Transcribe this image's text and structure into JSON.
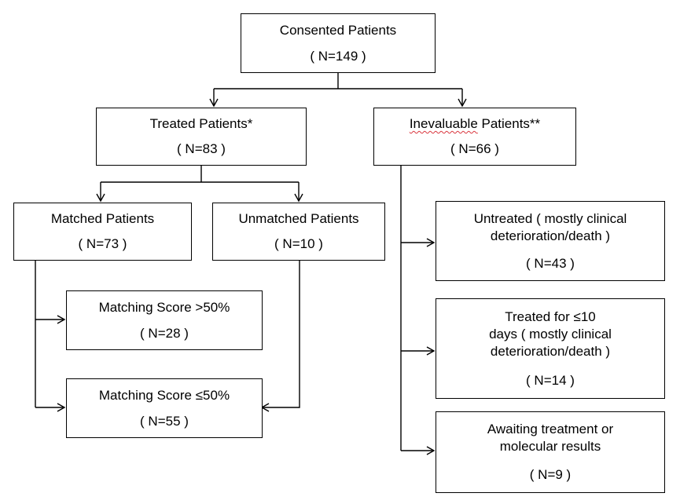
{
  "nodes": {
    "consented": {
      "title": "Consented Patients",
      "count": "( N=149 )"
    },
    "treated": {
      "title": "Treated Patients*",
      "count": "( N=83 )"
    },
    "inevaluable": {
      "title_word": "Inevaluable",
      "title_rest": " Patients**",
      "count": "( N=66 )"
    },
    "matched": {
      "title": "Matched Patients",
      "count": "( N=73 )"
    },
    "unmatched": {
      "title": "Unmatched Patients",
      "count": "( N=10 )"
    },
    "score_high": {
      "title": "Matching Score >50%",
      "count": "( N=28 )"
    },
    "score_low": {
      "title": "Matching Score ≤50%",
      "count": "( N=55 )"
    },
    "untreated": {
      "line1": "Untreated ( mostly clinical",
      "line2": "deterioration/death )",
      "count": "( N=43 )"
    },
    "treated_short": {
      "line1": "Treated for ≤10",
      "line2": "days ( mostly clinical",
      "line3": "deterioration/death )",
      "count": "( N=14 )"
    },
    "awaiting": {
      "line1": "Awaiting treatment or",
      "line2": "molecular results",
      "count": "( N=9 )"
    }
  }
}
